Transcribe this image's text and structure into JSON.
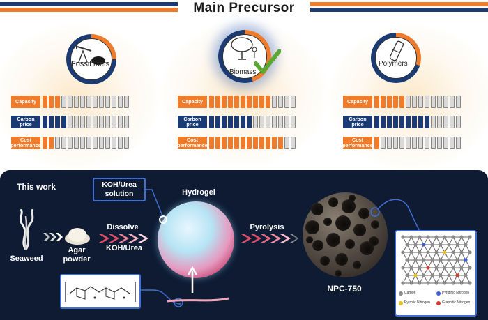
{
  "header": {
    "title": "Main Precursor"
  },
  "precursors": [
    {
      "name": "Fossil fuels",
      "icon": "oil-pump-icon",
      "capacity": 3,
      "carbon_price": 4,
      "cost_performance": 2
    },
    {
      "name": "Biomass",
      "icon": "tree-icon",
      "capacity": 10,
      "carbon_price": 7,
      "cost_performance": 12
    },
    {
      "name": "Polymers",
      "icon": "plastic-bottle-icon",
      "capacity": 5,
      "carbon_price": 9,
      "cost_performance": 1
    }
  ],
  "row_labels": {
    "capacity": "Capacity",
    "carbon_price": "Carbon price",
    "cost_performance": "Cost performance"
  },
  "total_cells": 14,
  "colors": {
    "orange": "#ef7b2d",
    "navy": "#1c3b72",
    "empty": "#d9d9d9",
    "panel": "#0e1b33"
  },
  "workflow": {
    "section_label": "This work",
    "seaweed": "Seaweed",
    "agar": "Agar powder",
    "dissolve": "Dissolve",
    "dissolve_agent": "KOH/Urea",
    "solution": "KOH/Urea solution",
    "hydrogel": "Hydrogel",
    "pyrolysis": "Pyrolysis",
    "product": "NPC-750"
  },
  "legend": [
    {
      "label": "Carbon",
      "color": "#888888"
    },
    {
      "label": "Pyridinic Nitrogen",
      "color": "#3b5fd0"
    },
    {
      "label": "Pyrrolic Nitrogen",
      "color": "#e8c31a"
    },
    {
      "label": "Graphitic Nitrogen",
      "color": "#d23a2a"
    }
  ]
}
